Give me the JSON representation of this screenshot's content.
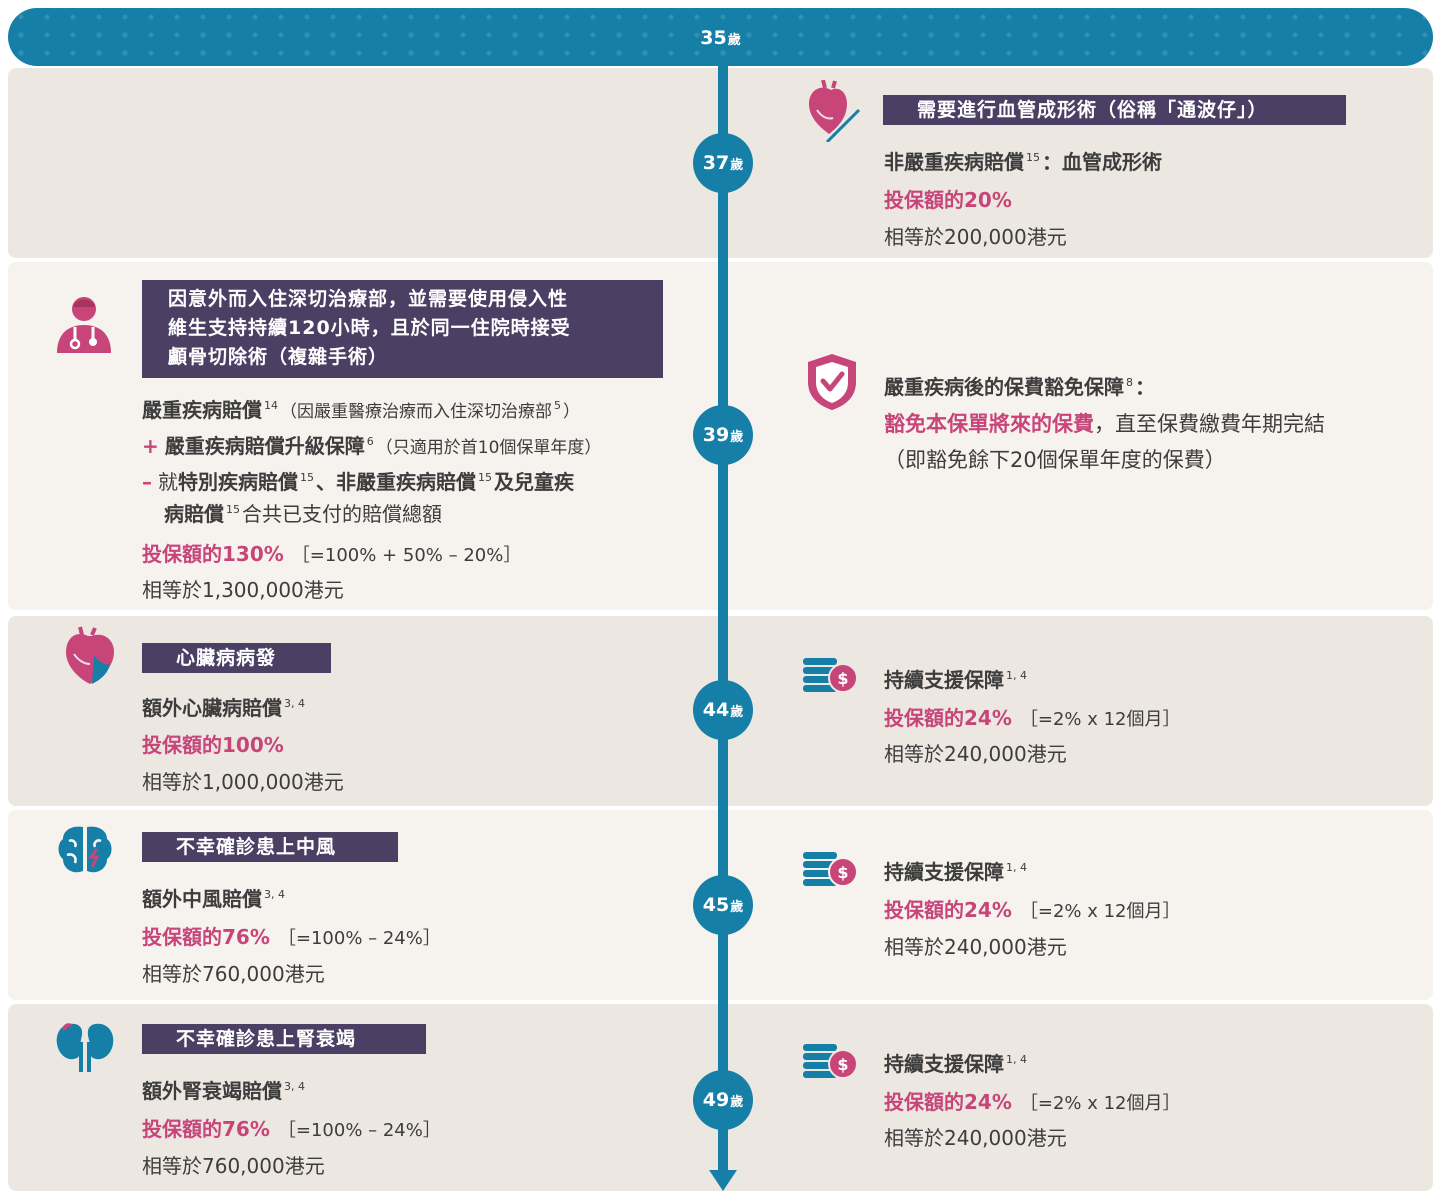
{
  "age_unit": "歲",
  "start": {
    "age": "35"
  },
  "events": [
    {
      "age": "37",
      "icon": "heart-scalpel-icon",
      "title": "需要進行血管成形術（俗稱「通波仔」）",
      "claim": "非嚴重疾病賠償",
      "claim_sup": "15",
      "claim_rest": "：血管成形術",
      "amount": "投保額的20%",
      "equals": "相等於200,000港元"
    },
    {
      "age": "39",
      "icon": "doctor-icon",
      "title_lines": [
        "因意外而入住深切治療部，並需要使用侵入性",
        "維生支持持續120小時，且於同一住院時接受",
        "顱骨切除術（複雜手術）"
      ],
      "claim": "嚴重疾病賠償",
      "claim_sup": "14",
      "claim_note": "（因嚴重醫療治療而入住深切治療部",
      "claim_note_sup": "5",
      "claim_note_end": "）",
      "plus_sign": "+",
      "plus_label": "嚴重疾病賠償升級保障",
      "plus_sup": "6",
      "plus_note": "（只適用於首10個保單年度）",
      "minus_sign": "–",
      "minus_pre": "就",
      "minus_a": "特別疾病賠償",
      "minus_a_sup": "15",
      "minus_sep": "、",
      "minus_b": "非嚴重疾病賠償",
      "minus_b_sup": "15",
      "minus_and": "及兒童疾",
      "minus_c": "病賠償",
      "minus_c_sup": "15",
      "minus_rest": "合共已支付的賠償總額",
      "amount": "投保額的130%",
      "formula": "［=100% + 50% – 20%］",
      "equals": "相等於1,300,000港元",
      "right_icon": "shield-check-icon",
      "right_title": "嚴重疾病後的保費豁免保障",
      "right_sup": "8",
      "right_colon": "：",
      "right_pink": "豁免本保單將來的保費",
      "right_rest": "，直至保費繳費年期完結",
      "right_note": "（即豁免餘下20個保單年度的保費）"
    },
    {
      "age": "44",
      "icon": "heart-icon",
      "title": "心臟病病發",
      "claim": "額外心臟病賠償",
      "claim_sup": "3, 4",
      "amount": "投保額的100%",
      "equals": "相等於1,000,000港元",
      "right_icon": "coins-dollar-icon",
      "right_title": "持續支援保障",
      "right_sup": "1, 4",
      "right_amount": "投保額的24%",
      "right_formula": "［=2% x 12個月］",
      "right_equals": "相等於240,000港元"
    },
    {
      "age": "45",
      "icon": "brain-icon",
      "title": "不幸確診患上中風",
      "claim": "額外中風賠償",
      "claim_sup": "3, 4",
      "amount": "投保額的76%",
      "formula": "［=100% – 24%］",
      "equals": "相等於760,000港元",
      "right_icon": "coins-dollar-icon",
      "right_title": "持續支援保障",
      "right_sup": "1, 4",
      "right_amount": "投保額的24%",
      "right_formula": "［=2% x 12個月］",
      "right_equals": "相等於240,000港元"
    },
    {
      "age": "49",
      "icon": "kidney-icon",
      "title": "不幸確診患上腎衰竭",
      "claim": "額外腎衰竭賠償",
      "claim_sup": "3, 4",
      "amount": "投保額的76%",
      "formula": "［=100% – 24%］",
      "equals": "相等於760,000港元",
      "right_icon": "coins-dollar-icon",
      "right_title": "持續支援保障",
      "right_sup": "1, 4",
      "right_amount": "投保額的24%",
      "right_formula": "［=2% x 12個月］",
      "right_equals": "相等於240,000港元"
    }
  ],
  "colors": {
    "timeline": "#167fa8",
    "header_bg": "#4b3f63",
    "accent": "#c8457a",
    "panel_dark": "#ece7e1",
    "panel_light": "#f6f3ef"
  }
}
